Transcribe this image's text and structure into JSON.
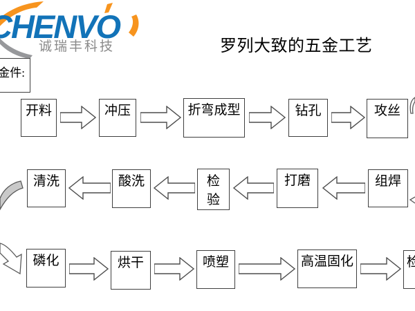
{
  "logo": {
    "brand": "CHENVO",
    "subtitle": "诚瑞丰科技"
  },
  "title": "罗列大致的五金工艺",
  "note_box": {
    "label": "金件:"
  },
  "flow": {
    "row1": {
      "direction": "right",
      "steps": [
        "开料",
        "冲压",
        "折弯成型",
        "钻孔",
        "攻丝"
      ]
    },
    "row2": {
      "direction": "left",
      "steps": [
        "清洗",
        "酸洗",
        "检验",
        "打磨",
        "组焊"
      ]
    },
    "row3": {
      "direction": "right",
      "steps": [
        "磷化",
        "烘干",
        "喷塑",
        "高温固化",
        "检验"
      ]
    }
  },
  "colors": {
    "brand_blue": "#1273B8",
    "accent_orange": "#F7941E",
    "subtitle_gray": "#8A8A8A",
    "box_border": "#3F3F3F",
    "arrow_outline": "#4D4D4D",
    "connector_gray_fill": "#C9C9C9"
  }
}
